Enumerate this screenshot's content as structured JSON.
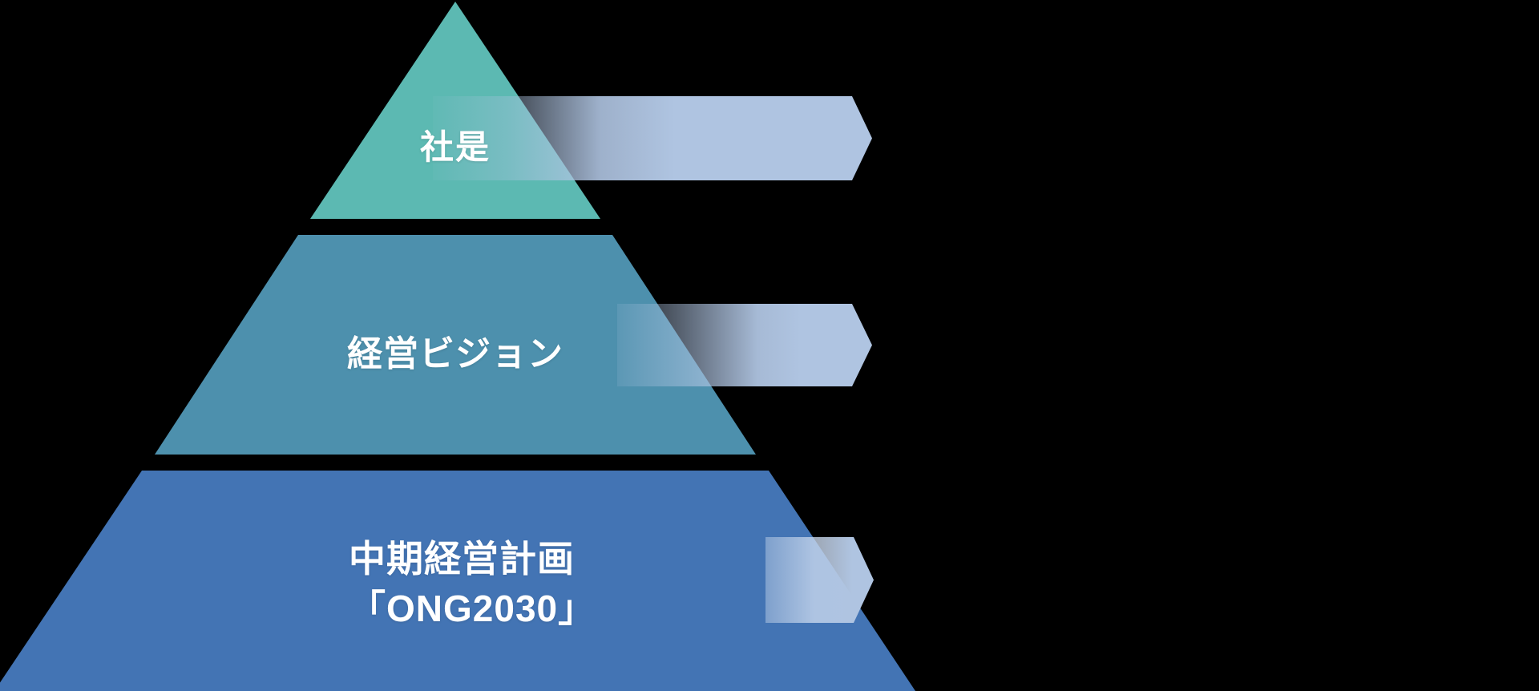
{
  "diagram": {
    "title": "corporate-philosophy-pyramid",
    "background_color": "#000000",
    "text_color": "#ffffff",
    "arrow_color": "#afc4e1",
    "tiers": [
      {
        "id": "tier-top",
        "label": "社是",
        "color": "#5cb9b2"
      },
      {
        "id": "tier-middle",
        "label": "経営ビジョン",
        "color": "#4d90ad"
      },
      {
        "id": "tier-bottom",
        "label_line1": "中期経営計画",
        "label_line2": "「ONG2030」",
        "color": "#4374b4"
      }
    ]
  }
}
